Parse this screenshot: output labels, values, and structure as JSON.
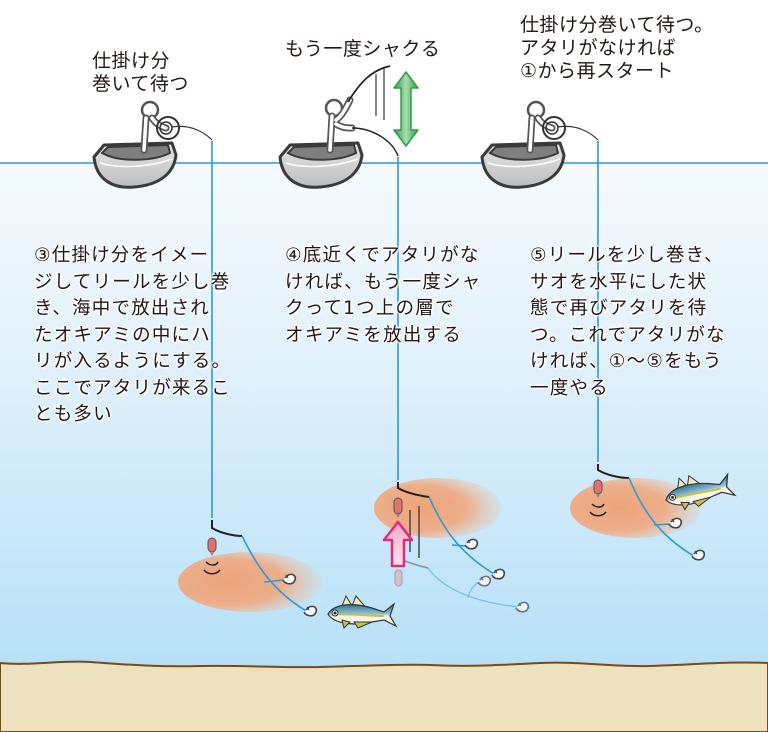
{
  "title": "Sabiki fishing steps illustration",
  "top_labels": {
    "step3": "仕掛け分\n巻いて待つ",
    "step4": "もう一度シャクる",
    "step5": "仕掛け分巻いて待つ。\nアタリがなければ\n①から再スタート"
  },
  "descriptions": {
    "step3": "③仕掛け分をイメー\nジしてリールを少し巻\nき、海中で放出され\nたオキアミの中にハ\nリが入るようにする。\nここでアタリが来るこ\nとも多い",
    "step4": "④底近くでアタリがな\nければ、もう一度シャ\nクって1つ上の層で\nオキアミを放出する",
    "step5": "⑤リールを少し巻き、\nサオを水平にした状\n態で再びアタリを待\nつ。これでアタリがな\nければ、①～⑤をもう\n一度やる"
  },
  "icons": {
    "boat": "boat-icon",
    "angler": "angler-icon",
    "reel": "reel-icon",
    "updown_arrow": "up-down-arrow-icon",
    "up_arrow": "up-arrow-icon",
    "sinker": "sinker-icon",
    "hook": "hook-icon",
    "krill_cloud": "chum-cloud-icon",
    "fish": "horse-mackerel-icon"
  },
  "colors": {
    "sea_top": "#f4f9fd",
    "sea_bottom": "#b8e1f8",
    "surface_line": "#5ab4e0",
    "fishing_line": "#2b9ad6",
    "seabed": "#ede2bd",
    "seabed_edge": "#7a4a16",
    "chum": "#efa57a",
    "green_arrow": "#2e9e4a",
    "pink_arrow": "#e4287a",
    "sinker": "#e0736b"
  }
}
